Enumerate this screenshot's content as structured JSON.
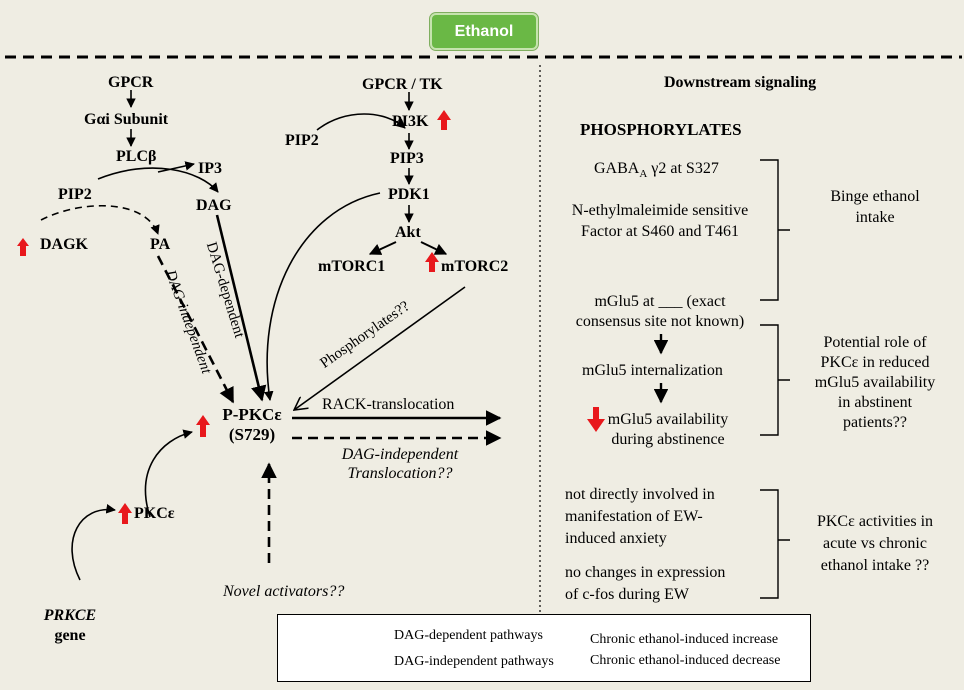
{
  "header": {
    "badge": "Ethanol"
  },
  "left": {
    "gpcr": "GPCR",
    "gai": "Gαi Subunit",
    "plcb": "PLCβ",
    "ip3": "IP3",
    "pip2_left": "PIP2",
    "dag": "DAG",
    "pa": "PA",
    "dagk": "DAGK",
    "gpcr_tk": "GPCR / TK",
    "pi3k": "PI3K",
    "pip2_right": "PIP2",
    "pip3": "PIP3",
    "pdk1": "PDK1",
    "akt": "Akt",
    "mtorc1": "mTORC1",
    "mtorc2": "mTORC2",
    "ppkce_line1": "P-PKCε",
    "ppkce_line2": "(S729)",
    "pkce": "PKCε",
    "prkce_gene_italic": "PRKCE",
    "prkce_gene_word": "gene",
    "dag_dependent": "DAG-dependent",
    "dag_independent": "DAG-independent",
    "phosphorylates_q": "Phosphorylates??",
    "rack": "RACK-translocation",
    "dag_indep_transloc_1": "DAG-independent",
    "dag_indep_transloc_2": "Translocation??",
    "novel": "Novel activators??"
  },
  "right": {
    "heading": "Downstream signaling",
    "phosphorylates": "PHOSPHORYLATES",
    "gaba": "GABA",
    "gaba_sub": "A",
    "gaba_rest": " γ2 at S327",
    "nsf_line1": "N-ethylmaleimide sensitive",
    "nsf_line2": "Factor at S460 and T461",
    "binge_line1": "Binge  ethanol",
    "binge_line2": "intake",
    "mglu5_line1": "mGlu5 at ___ (exact",
    "mglu5_line2": "consensus site not known)",
    "mglu5_intern": "mGlu5 internalization",
    "mglu5_avail_1": "mGlu5 availability",
    "mglu5_avail_2": "during abstinence",
    "potential_1": "Potential role of",
    "potential_2": "PKCε in reduced",
    "potential_3": "mGlu5 availability",
    "potential_4": "in abstinent",
    "potential_5": "patients??",
    "notdirect_1": "not directly involved in",
    "notdirect_2": "manifestation of EW-",
    "notdirect_3": "induced anxiety",
    "nochange_1": "no changes in expression",
    "nochange_2": "of c-fos during EW",
    "activities_1": "PKCε activities in",
    "activities_2": "acute vs  chronic",
    "activities_3": "ethanol intake ??"
  },
  "legend": {
    "solid": "DAG-dependent pathways",
    "dashed": "DAG-independent pathways",
    "increase": "Chronic ethanol-induced increase",
    "decrease": "Chronic ethanol-induced decrease"
  },
  "colors": {
    "badge_green": "#6ab845",
    "arrow_red": "#e8181c",
    "background": "#efede3"
  }
}
